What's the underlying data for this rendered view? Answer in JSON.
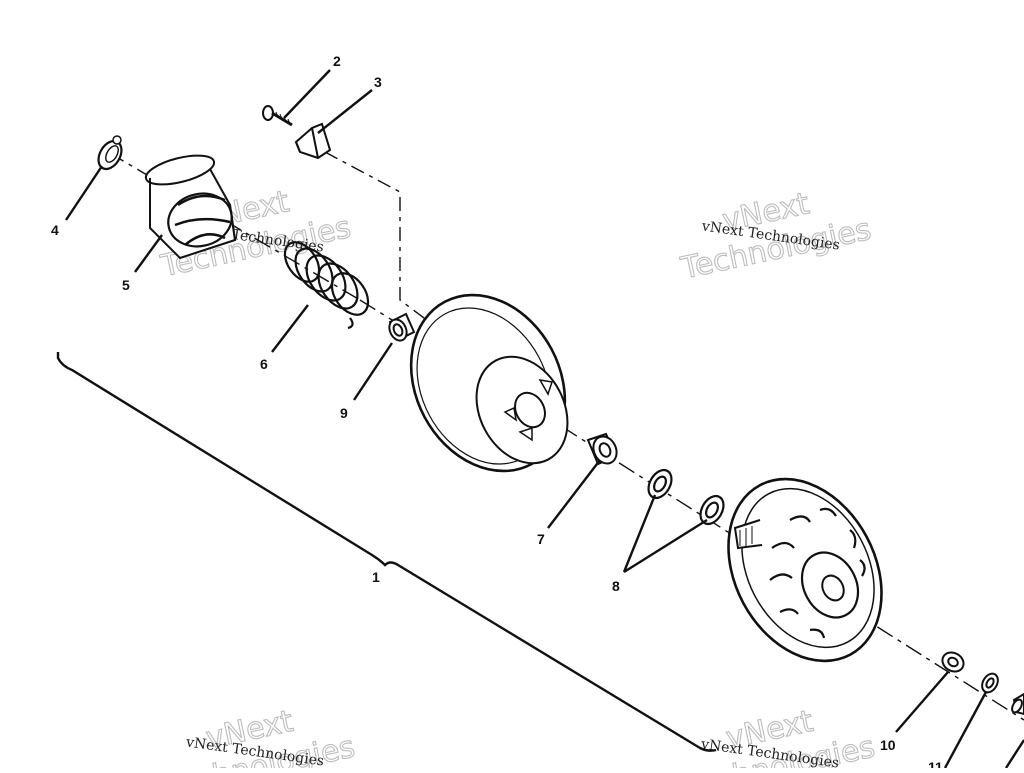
{
  "diagram": {
    "callouts": [
      "1",
      "2",
      "3",
      "4",
      "5",
      "6",
      "7",
      "8",
      "9",
      "10",
      "11"
    ],
    "watermark": {
      "small": "vNext Technologies",
      "big_line1": "vNext",
      "big_line2": "Technologies"
    }
  }
}
